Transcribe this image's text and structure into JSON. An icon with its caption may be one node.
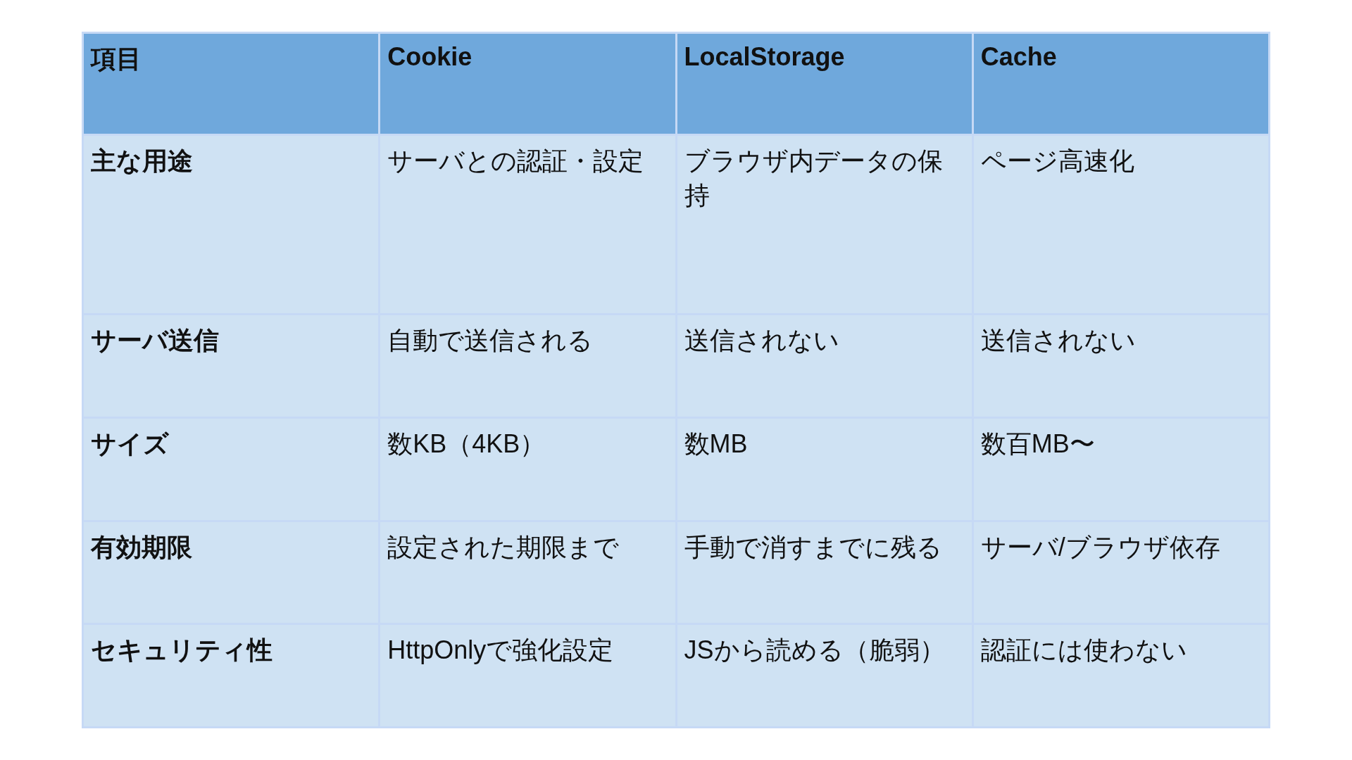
{
  "diagram": {
    "labels": [
      "項目",
      "Cookie",
      "LocalStorage",
      "Cache",
      "主な用途",
      "サーバとの認証・設定",
      "ブラウザ内データの保持",
      "ページ高速化",
      "サーバ送信",
      "自動で送信される",
      "送信されない",
      "送信されない",
      "サイズ",
      "数KB（4KB）",
      "数MB",
      "数百MB〜",
      "有効期限",
      "設定された期限まで",
      "手動で消すまでに残る",
      "サーバ/ブラウザ依存",
      "セキュリティ性",
      "HttpOnlyで強化設定",
      "JSから読める（脆弱）",
      "認証には使わない"
    ]
  }
}
